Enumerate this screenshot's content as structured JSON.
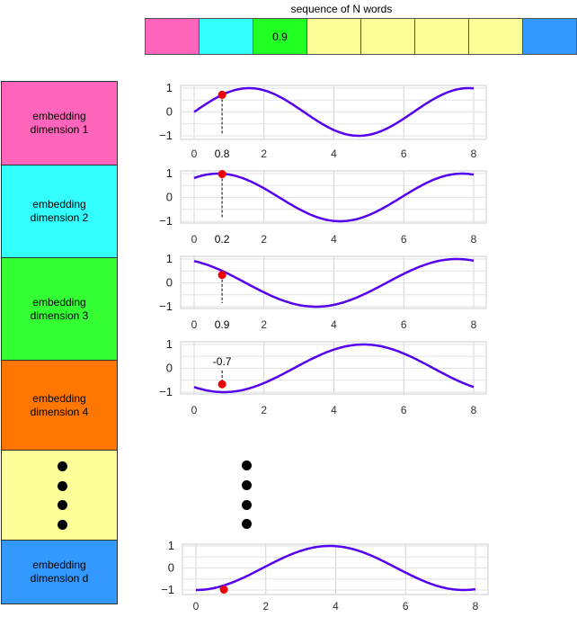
{
  "sequence": {
    "title": "sequence of N words",
    "cells": [
      {
        "color": "#ff66bb",
        "label": ""
      },
      {
        "color": "#33ffff",
        "label": ""
      },
      {
        "color": "#22ff22",
        "label": "0.9"
      },
      {
        "color": "#ffff99",
        "label": ""
      },
      {
        "color": "#ffff99",
        "label": ""
      },
      {
        "color": "#ffff99",
        "label": ""
      },
      {
        "color": "#ffff99",
        "label": ""
      },
      {
        "color": "#3399ff",
        "label": ""
      }
    ]
  },
  "dimensions": [
    {
      "line1": "embedding",
      "line2": "dimension 1",
      "color": "#ff66bb"
    },
    {
      "line1": "embedding",
      "line2": "dimension 2",
      "color": "#33ffff"
    },
    {
      "line1": "embedding",
      "line2": "dimension 3",
      "color": "#33ff33"
    },
    {
      "line1": "embedding",
      "line2": "dimension 4",
      "color": "#ff7700"
    },
    {
      "line1": "",
      "line2": "",
      "color": "#ffff99"
    },
    {
      "line1": "embedding",
      "line2": "dimension d",
      "color": "#3399ff"
    }
  ],
  "chart_data": [
    {
      "type": "line",
      "xlim": [
        -0.4,
        8.4
      ],
      "ylim": [
        -1.1,
        1.1
      ],
      "yticks": [
        1,
        0,
        -1
      ],
      "ytick_labels": [
        "1",
        "0",
        "−1"
      ],
      "xticks": [
        0,
        2,
        4,
        6,
        8
      ],
      "xtick_labels": [
        "0",
        "2",
        "4",
        "6",
        "8"
      ],
      "grid": true,
      "line_color": "#5500ee",
      "series": [
        {
          "function": "sin(x)",
          "x_range": [
            0,
            8
          ]
        }
      ],
      "marker": {
        "x": 0.8,
        "y": 0.72,
        "label": "0.8",
        "color": "#ee0000"
      }
    },
    {
      "type": "line",
      "xlim": [
        -0.4,
        8.4
      ],
      "ylim": [
        -1.1,
        1.1
      ],
      "yticks": [
        1,
        0,
        -1
      ],
      "ytick_labels": [
        "1",
        "0",
        "−1"
      ],
      "xticks": [
        0,
        2,
        4,
        6,
        8
      ],
      "xtick_labels": [
        "0",
        "2",
        "4",
        "6",
        "8"
      ],
      "grid": true,
      "line_color": "#5500ee",
      "series": [
        {
          "function": "sin(0.9x + 0.9)",
          "x_range": [
            0,
            8
          ]
        }
      ],
      "marker": {
        "x": 0.8,
        "y": 0.98,
        "label": "0.2",
        "color": "#ee0000"
      }
    },
    {
      "type": "line",
      "xlim": [
        -0.4,
        8.4
      ],
      "ylim": [
        -1.1,
        1.1
      ],
      "yticks": [
        1,
        0,
        -1
      ],
      "ytick_labels": [
        "1",
        "0",
        "−1"
      ],
      "xticks": [
        0,
        2,
        4,
        6,
        8
      ],
      "xtick_labels": [
        "0",
        "2",
        "4",
        "6",
        "8"
      ],
      "grid": true,
      "line_color": "#5500ee",
      "series": [
        {
          "function": "cos(0.8x + 0.4)",
          "x_range": [
            0,
            8
          ]
        }
      ],
      "marker": {
        "x": 0.8,
        "y": 0.33,
        "label": "0.9",
        "color": "#ee0000"
      }
    },
    {
      "type": "line",
      "xlim": [
        -0.4,
        8.4
      ],
      "ylim": [
        -1.1,
        1.1
      ],
      "yticks": [
        1,
        0,
        -1
      ],
      "ytick_labels": [
        "1",
        "0",
        "−1"
      ],
      "xticks": [
        0,
        2,
        4,
        6,
        8
      ],
      "xtick_labels": [
        "0",
        "2",
        "4",
        "6",
        "8"
      ],
      "grid": true,
      "line_color": "#5500ee",
      "series": [
        {
          "function": "sin(0.74x + 1.0) - shifted",
          "x_range": [
            0,
            8
          ]
        }
      ],
      "marker": {
        "x": 0.8,
        "y": -0.67,
        "label": "-0.7",
        "color": "#ee0000"
      }
    },
    {
      "type": "line",
      "xlim": [
        -0.4,
        8.4
      ],
      "ylim": [
        -1.1,
        1.1
      ],
      "yticks": [
        1,
        0,
        -1
      ],
      "ytick_labels": [
        "1",
        "0",
        "−1"
      ],
      "xticks": [
        0,
        2,
        4,
        6,
        8
      ],
      "xtick_labels": [
        "0",
        "2",
        "4",
        "6",
        "8"
      ],
      "grid": true,
      "line_color": "#5500ee",
      "series": [
        {
          "function": "-cos(0.85x + 0.1)",
          "x_range": [
            0,
            8
          ]
        }
      ],
      "marker": {
        "x": 0.8,
        "y": -0.98,
        "label": "",
        "color": "#ee0000"
      }
    }
  ]
}
